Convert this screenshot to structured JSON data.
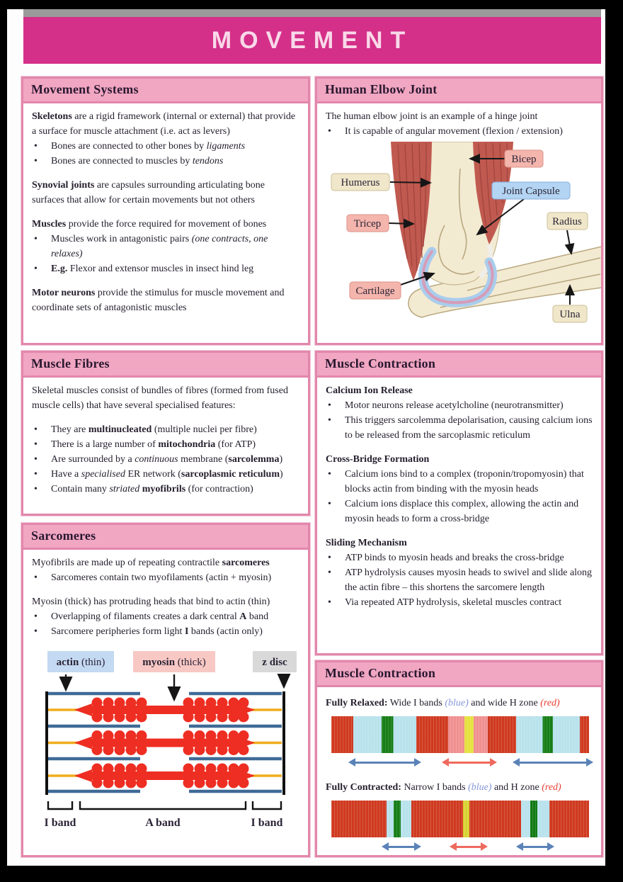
{
  "page": {
    "title": "MOVEMENT"
  },
  "colors": {
    "banner": "#d43089",
    "banner_top_strip": "#9a9a9a",
    "panel_header": "#f1a6c2",
    "panel_border": "#e287ab",
    "text": "#26202e",
    "blue_word": "#8495d8",
    "red_word": "#e83c30",
    "micrograph_red": "#cf3a20",
    "micrograph_blue": "#b8e2ec",
    "micrograph_green": "#167d16",
    "micrograph_yellow": "#e5e13e",
    "arrow_blue": "#5b83b8",
    "arrow_red": "#ef6a5e",
    "actin_line": "#3f6a96",
    "myosin_red": "#ee2e22",
    "titin_yellow": "#f0ad1d"
  },
  "panels": {
    "movement_systems": {
      "title": "Movement Systems",
      "blocks": [
        {
          "type": "p",
          "segs": [
            {
              "b": "Skeletons"
            },
            {
              "t": " are a rigid framework (internal or external) that provide a surface for muscle attachment (i.e. act as levers)"
            }
          ]
        },
        {
          "type": "li",
          "segs": [
            {
              "t": "Bones are connected to other bones by "
            },
            {
              "i": "ligaments"
            }
          ]
        },
        {
          "type": "li",
          "segs": [
            {
              "t": "Bones are connected to muscles by "
            },
            {
              "i": "tendons"
            }
          ]
        },
        {
          "type": "p",
          "mt": true,
          "segs": [
            {
              "b": "Synovial joints"
            },
            {
              "t": " are capsules surrounding articulating bone surfaces that allow for certain movements but not others"
            }
          ]
        },
        {
          "type": "p",
          "mt": true,
          "segs": [
            {
              "b": "Muscles"
            },
            {
              "t": " provide the force required for movement of bones"
            }
          ]
        },
        {
          "type": "li",
          "segs": [
            {
              "t": "Muscles work in antagonistic pairs "
            },
            {
              "i": "(one contracts, one relaxes)"
            }
          ]
        },
        {
          "type": "li",
          "segs": [
            {
              "b": "E.g."
            },
            {
              "t": " Flexor and extensor muscles in insect hind leg"
            }
          ]
        },
        {
          "type": "p",
          "mt": true,
          "segs": [
            {
              "b": "Motor neurons"
            },
            {
              "t": " provide the stimulus for muscle movement and coordinate sets of antagonistic muscles"
            }
          ]
        }
      ]
    },
    "elbow": {
      "title": "Human Elbow Joint",
      "blocks": [
        {
          "type": "p",
          "segs": [
            {
              "t": "The human elbow joint is an example of a hinge joint"
            }
          ]
        },
        {
          "type": "li",
          "segs": [
            {
              "t": "It is capable of angular movement (flexion / extension)"
            }
          ]
        }
      ],
      "labels": {
        "bicep": "Bicep",
        "humerus": "Humerus",
        "joint_capsule": "Joint Capsule",
        "tricep": "Tricep",
        "radius": "Radius",
        "cartilage": "Cartilage",
        "ulna": "Ulna"
      }
    },
    "muscle_fibres": {
      "title": "Muscle Fibres",
      "blocks": [
        {
          "type": "p",
          "segs": [
            {
              "t": "Skeletal muscles consist of bundles of fibres (formed from fused muscle cells) that have several specialised features:"
            }
          ]
        },
        {
          "type": "li",
          "mt": true,
          "segs": [
            {
              "t": "They are "
            },
            {
              "b": "multinucleated"
            },
            {
              "t": " (multiple nuclei per fibre)"
            }
          ]
        },
        {
          "type": "li",
          "segs": [
            {
              "t": "There is a large number of "
            },
            {
              "b": "mitochondria"
            },
            {
              "t": " (for ATP)"
            }
          ]
        },
        {
          "type": "li",
          "segs": [
            {
              "t": "Are surrounded by a "
            },
            {
              "i": "continuous"
            },
            {
              "t": " membrane ("
            },
            {
              "b": "sarcolemma"
            },
            {
              "t": ")"
            }
          ]
        },
        {
          "type": "li",
          "segs": [
            {
              "t": "Have a "
            },
            {
              "i": "specialised"
            },
            {
              "t": " ER network ("
            },
            {
              "b": "sarcoplasmic reticulum"
            },
            {
              "t": ")"
            }
          ]
        },
        {
          "type": "li",
          "segs": [
            {
              "t": "Contain many "
            },
            {
              "i": "striated"
            },
            {
              "t": " "
            },
            {
              "b": "myofibrils"
            },
            {
              "t": " (for contraction)"
            }
          ]
        }
      ]
    },
    "muscle_contraction": {
      "title": "Muscle Contraction",
      "blocks": [
        {
          "type": "h",
          "segs": [
            {
              "t": "Calcium Ion Release"
            }
          ]
        },
        {
          "type": "li",
          "segs": [
            {
              "t": "Motor neurons release acetylcholine (neurotransmitter)"
            }
          ]
        },
        {
          "type": "li",
          "segs": [
            {
              "t": "This triggers sarcolemma depolarisation, causing calcium ions to be released from the sarcoplasmic reticulum"
            }
          ]
        },
        {
          "type": "h",
          "mt": true,
          "segs": [
            {
              "t": "Cross-Bridge Formation"
            }
          ]
        },
        {
          "type": "li",
          "segs": [
            {
              "t": "Calcium ions bind to a complex (troponin/tropomyosin) that blocks actin from binding with the myosin heads"
            }
          ]
        },
        {
          "type": "li",
          "segs": [
            {
              "t": "Calcium ions displace this complex, allowing the actin and myosin heads to form a cross-bridge"
            }
          ]
        },
        {
          "type": "h",
          "mt": true,
          "segs": [
            {
              "t": "Sliding Mechanism"
            }
          ]
        },
        {
          "type": "li",
          "segs": [
            {
              "t": "ATP binds to myosin heads and breaks the cross-bridge"
            }
          ]
        },
        {
          "type": "li",
          "segs": [
            {
              "t": "ATP hydrolysis causes myosin heads to swivel and slide along the actin fibre – this shortens the sarcomere length"
            }
          ]
        },
        {
          "type": "li",
          "segs": [
            {
              "t": "Via repeated ATP hydrolysis, skeletal muscles contract"
            }
          ]
        }
      ]
    },
    "sarcomeres": {
      "title": "Sarcomeres",
      "blocks": [
        {
          "type": "p",
          "segs": [
            {
              "t": "Myofibrils are made up of repeating contractile "
            },
            {
              "b": "sarcomeres"
            }
          ]
        },
        {
          "type": "li",
          "segs": [
            {
              "t": "Sarcomeres contain two myofilaments (actin + myosin)"
            }
          ]
        },
        {
          "type": "p",
          "mt": true,
          "segs": [
            {
              "t": "Myosin (thick) has protruding heads that bind to actin (thin)"
            }
          ]
        },
        {
          "type": "li",
          "segs": [
            {
              "t": "Overlapping of filaments creates a dark central "
            },
            {
              "b": "A"
            },
            {
              "t": " band"
            }
          ]
        },
        {
          "type": "li",
          "segs": [
            {
              "t": "Sarcomere peripheries form light "
            },
            {
              "b": "I"
            },
            {
              "t": " bands (actin only)"
            }
          ]
        }
      ],
      "diagram": {
        "actin_b": "actin",
        "actin_t": " (thin)",
        "myosin_b": "myosin",
        "myosin_t": " (thick)",
        "zdisc": "z disc",
        "i_band_left": "I band",
        "a_band": "A band",
        "i_band_right": "I band"
      }
    },
    "contraction_images": {
      "title": "Muscle Contraction",
      "relaxed_caption": [
        {
          "type": "p",
          "segs": [
            {
              "b": "Fully Relaxed:"
            },
            {
              "t": " Wide I bands "
            },
            {
              "i": "(blue)",
              "cls": "word-blue"
            },
            {
              "t": " and wide H zone "
            },
            {
              "i": "(red)",
              "cls": "word-red"
            }
          ]
        }
      ],
      "contracted_caption": [
        {
          "type": "p",
          "segs": [
            {
              "b": "Fully Contracted:"
            },
            {
              "t": " Narrow I bands "
            },
            {
              "i": "(blue)",
              "cls": "word-blue"
            },
            {
              "t": " and H zone "
            },
            {
              "i": "(red)",
              "cls": "word-red"
            }
          ]
        }
      ]
    }
  }
}
